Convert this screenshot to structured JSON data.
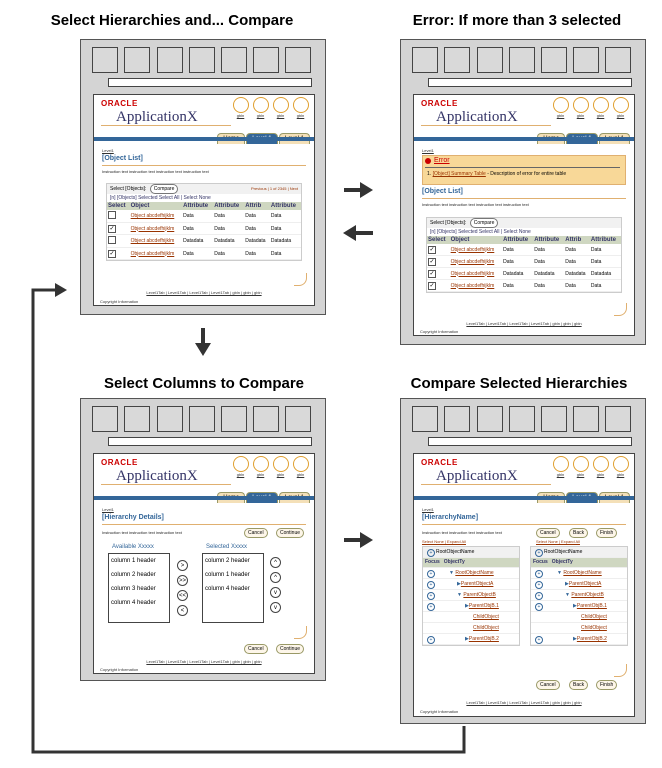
{
  "captions": {
    "tl": "Select Hierarchies and... Compare",
    "tr": "Error: If more than 3 selected",
    "bl": "Select Columns to Compare",
    "br": "Compare Selected Hierarchies"
  },
  "common": {
    "logo": "ORACLE",
    "app_name": "ApplicationX",
    "globals": [
      "gbln",
      "gbln",
      "gbln",
      "gbln"
    ],
    "tabs": [
      "Home",
      "Level 1",
      "Level 1"
    ],
    "breadcrumb": "Level1",
    "footer": "Level1Tab | Level1Tab | Level1Tab | Level1Tab | gbln | gbln | gbln",
    "copyright": "Copyright Information",
    "instruction": "Instruction text instruction text instruction text instruction text"
  },
  "tl": {
    "title": "[Object List]",
    "select_label": "Select [Objects]:",
    "compare_btn": "Compare",
    "pager": "Previous | 1 of 2345 | Next",
    "selected_text": "[n] [Objects] Selected   Select All | Select None",
    "headers": [
      "Select",
      "Object",
      "Attribute",
      "Attribute",
      "Attrib",
      "Attribute"
    ],
    "rows": [
      {
        "checked": false,
        "object": "Object abcdefhijklm",
        "a": "Data",
        "b": "Data",
        "c": "Data",
        "d": "Data"
      },
      {
        "checked": true,
        "object": "Object abcdefhijklm",
        "a": "Data",
        "b": "Data",
        "c": "Data",
        "d": "Data"
      },
      {
        "checked": false,
        "object": "Object abcdefhijklm",
        "a": "Datadata",
        "b": "Datadata",
        "c": "Datadata",
        "d": "Datadata"
      },
      {
        "checked": true,
        "object": "Object abcdefhijklm",
        "a": "Data",
        "b": "Data",
        "c": "Data",
        "d": "Data"
      }
    ]
  },
  "tr": {
    "error_label": "Error",
    "error_msg_link": "[Object] Summary Table",
    "error_msg_text": "- Description of error for entire table",
    "error_prefix": "1.",
    "title": "[Object List]",
    "select_label": "Select [Objects]:",
    "compare_btn": "Compare",
    "selected_text": "[n] [Objects] Selected   Select All | Select None",
    "headers": [
      "Select",
      "Object",
      "Attribute",
      "Attribute",
      "Attrib",
      "Attribute"
    ],
    "rows": [
      {
        "checked": true,
        "object": "Object abcdefhijklm",
        "a": "Data",
        "b": "Data",
        "c": "Data",
        "d": "Data"
      },
      {
        "checked": true,
        "object": "Object abcdefhijklm",
        "a": "Data",
        "b": "Data",
        "c": "Data",
        "d": "Data"
      },
      {
        "checked": true,
        "object": "Object abcdefhijklm",
        "a": "Datadata",
        "b": "Datadata",
        "c": "Datadata",
        "d": "Datadata"
      },
      {
        "checked": true,
        "object": "Object abcdefhijklm",
        "a": "Data",
        "b": "Data",
        "c": "Data",
        "d": "Data"
      }
    ]
  },
  "bl": {
    "title": "[Hierarchy Details]",
    "instruction": "Instruction text instruction text instruction text",
    "cancel": "Cancel",
    "continue": "Continue",
    "available_label": "Available Xxxxx",
    "selected_label": "Selected Xxxxx",
    "available": [
      "column 1 header",
      "column 2 header",
      "column 3 header",
      "column 4 header"
    ],
    "selected": [
      "column 2 header",
      "column 1 header",
      "column 4 header"
    ],
    "move_buttons": [
      ">",
      ">>",
      "<<",
      "<"
    ],
    "order_buttons": [
      "^",
      "^",
      "v",
      "v"
    ]
  },
  "br": {
    "title": "[HierarchyName]",
    "instruction": "Instruction text instruction text instruction text",
    "cancel": "Cancel",
    "back": "Back",
    "finish": "Finish",
    "select_links": "Select None | Expand All",
    "root": "RootObjectName",
    "col_focus": "Focus",
    "col_object": "ObjectTy",
    "tree": [
      {
        "label": "RootObjectName",
        "level": 0,
        "focus": true,
        "open": true
      },
      {
        "label": "ParentObjectA",
        "level": 1,
        "focus": true,
        "open": false
      },
      {
        "label": "ParentObjectB",
        "level": 1,
        "focus": true,
        "open": true
      },
      {
        "label": "ParentObjB.1",
        "level": 2,
        "focus": true,
        "open": false
      },
      {
        "label": "ChildObject",
        "level": 3,
        "focus": false,
        "open": false
      },
      {
        "label": "ChildObject",
        "level": 3,
        "focus": false,
        "open": false
      },
      {
        "label": "ParentObjB.2",
        "level": 2,
        "focus": true,
        "open": false
      }
    ]
  }
}
